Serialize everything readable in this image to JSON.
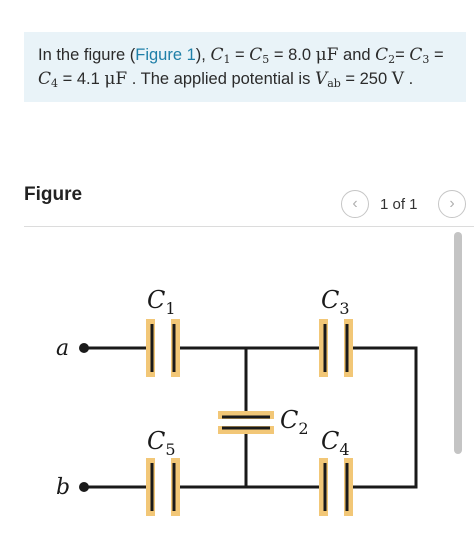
{
  "problem": {
    "prefix": "In the figure (",
    "figure_link": "Figure 1",
    "after_link": "), ",
    "c1_var": "C",
    "c1_sub": "1",
    "eq1": " = ",
    "c5_var": "C",
    "c5_sub": "5",
    "eq2": " = 8.0 ",
    "unit1": "μF",
    "and_text": " and ",
    "c2_var": "C",
    "c2_sub": "2",
    "eq3": "= ",
    "c3_var": "C",
    "c3_sub": "3",
    "eq4": " =",
    "c4_var": "C",
    "c4_sub": "4",
    "eq5": " = 4.1 ",
    "unit2": "μF",
    "mid_text": " . The applied potential is ",
    "v_var": "V",
    "v_sub": "ab",
    "eq6": " = 250 ",
    "unit3": "V",
    "end_text": " ."
  },
  "figure": {
    "title": "Figure",
    "page_indicator": "1 of 1",
    "prev_glyph": "‹",
    "next_glyph": "›"
  },
  "circuit": {
    "terminal_a": "a",
    "terminal_b": "b",
    "cap_letter": "C",
    "c1_sub": "1",
    "c2_sub": "2",
    "c3_sub": "3",
    "c4_sub": "4",
    "c5_sub": "5",
    "wire_color": "#1a1a1a",
    "plate_color": "#f2c777"
  }
}
